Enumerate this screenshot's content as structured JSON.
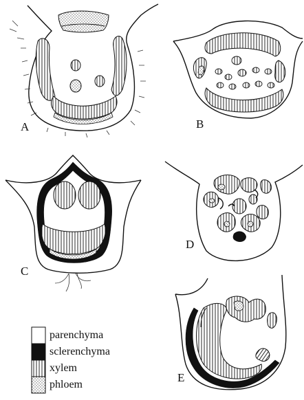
{
  "panels": {
    "A": "A",
    "B": "B",
    "C": "C",
    "D": "D",
    "E": "E"
  },
  "legend": {
    "items": [
      {
        "label": "parenchyma",
        "pattern": "blank"
      },
      {
        "label": "sclerenchyma",
        "pattern": "solid-black"
      },
      {
        "label": "xylem",
        "pattern": "vertical-hatch"
      },
      {
        "label": "phloem",
        "pattern": "stipple"
      }
    ]
  },
  "colors": {
    "ink": "#111111",
    "background": "#ffffff"
  }
}
